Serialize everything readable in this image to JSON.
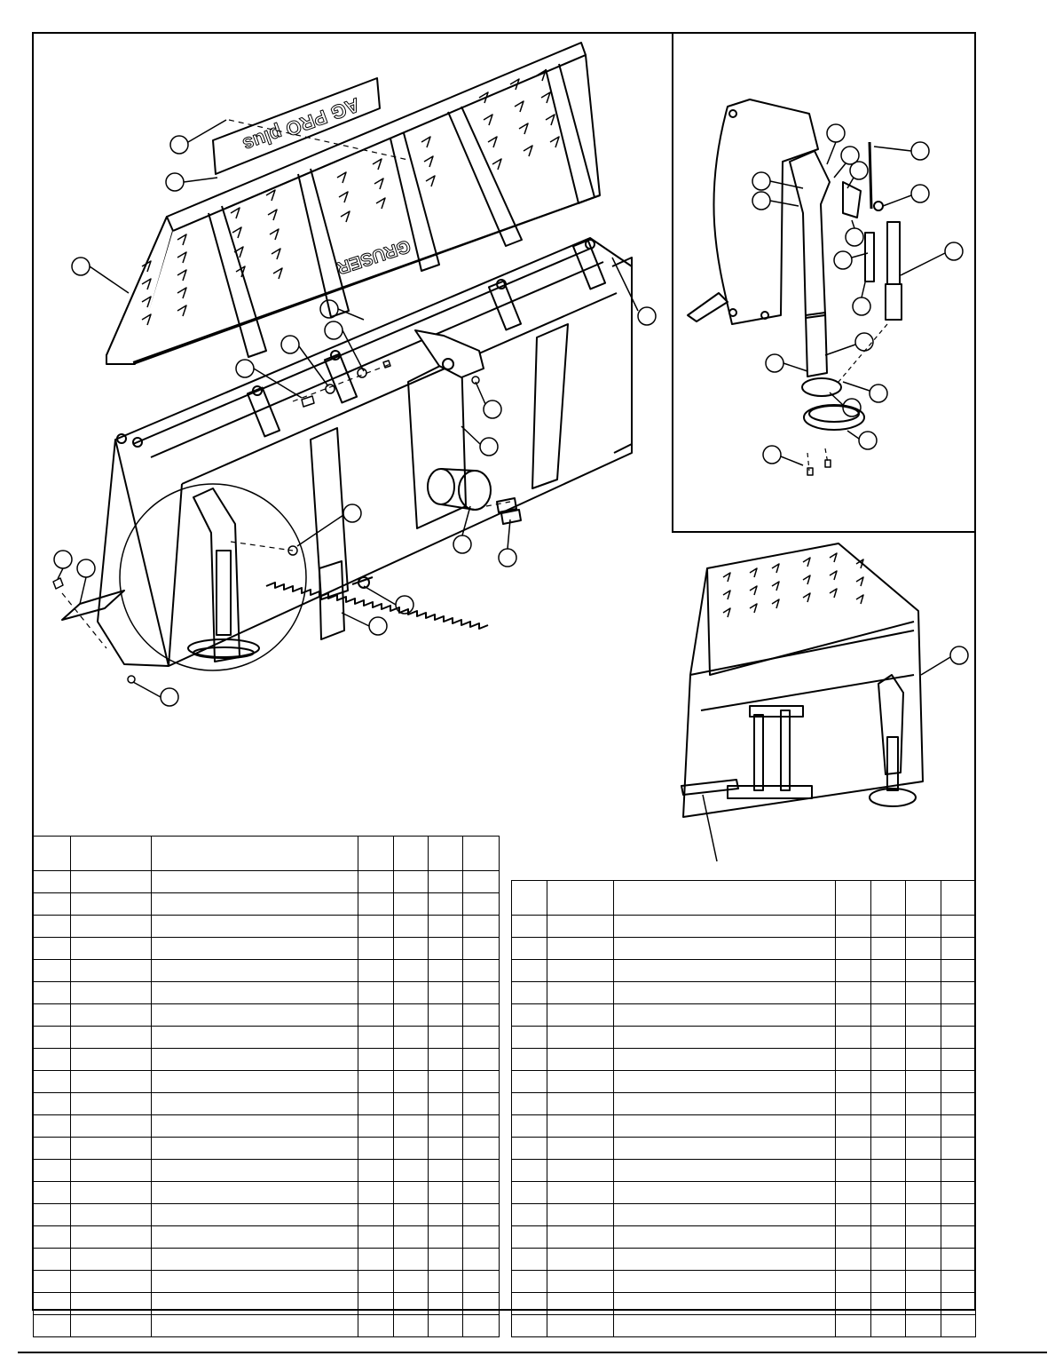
{
  "page": {
    "background": "#ffffff",
    "line_color": "#000000"
  },
  "diagram": {
    "nameplate_text": "AG PRO plus",
    "blade_text": "GRUSER",
    "views": [
      "main-exploded-view",
      "jack-detail-view",
      "rear-assembly-view"
    ]
  },
  "left_table": {
    "columns": [
      "",
      "",
      "",
      "",
      "",
      "",
      ""
    ],
    "rows": [
      [
        "",
        "",
        "",
        "",
        "",
        "",
        ""
      ],
      [
        "",
        "",
        "",
        "",
        "",
        "",
        ""
      ],
      [
        "",
        "",
        "",
        "",
        "",
        "",
        ""
      ],
      [
        "",
        "",
        "",
        "",
        "",
        "",
        ""
      ],
      [
        "",
        "",
        "",
        "",
        "",
        "",
        ""
      ],
      [
        "",
        "",
        "",
        "",
        "",
        "",
        ""
      ],
      [
        "",
        "",
        "",
        "",
        "",
        "",
        ""
      ],
      [
        "",
        "",
        "",
        "",
        "",
        "",
        ""
      ],
      [
        "",
        "",
        "",
        "",
        "",
        "",
        ""
      ],
      [
        "",
        "",
        "",
        "",
        "",
        "",
        ""
      ],
      [
        "",
        "",
        "",
        "",
        "",
        "",
        ""
      ],
      [
        "",
        "",
        "",
        "",
        "",
        "",
        ""
      ],
      [
        "",
        "",
        "",
        "",
        "",
        "",
        ""
      ],
      [
        "",
        "",
        "",
        "",
        "",
        "",
        ""
      ],
      [
        "",
        "",
        "",
        "",
        "",
        "",
        ""
      ],
      [
        "",
        "",
        "",
        "",
        "",
        "",
        ""
      ],
      [
        "",
        "",
        "",
        "",
        "",
        "",
        ""
      ],
      [
        "",
        "",
        "",
        "",
        "",
        "",
        ""
      ],
      [
        "",
        "",
        "",
        "",
        "",
        "",
        ""
      ],
      [
        "",
        "",
        "",
        "",
        "",
        "",
        ""
      ],
      [
        "",
        "",
        "",
        "",
        "",
        "",
        ""
      ]
    ]
  },
  "right_table": {
    "columns": [
      "",
      "",
      "",
      "",
      "",
      "",
      ""
    ],
    "rows": [
      [
        "",
        "",
        "",
        "",
        "",
        "",
        ""
      ],
      [
        "",
        "",
        "",
        "",
        "",
        "",
        ""
      ],
      [
        "",
        "",
        "",
        "",
        "",
        "",
        ""
      ],
      [
        "",
        "",
        "",
        "",
        "",
        "",
        ""
      ],
      [
        "",
        "",
        "",
        "",
        "",
        "",
        ""
      ],
      [
        "",
        "",
        "",
        "",
        "",
        "",
        ""
      ],
      [
        "",
        "",
        "",
        "",
        "",
        "",
        ""
      ],
      [
        "",
        "",
        "",
        "",
        "",
        "",
        ""
      ],
      [
        "",
        "",
        "",
        "",
        "",
        "",
        ""
      ],
      [
        "",
        "",
        "",
        "",
        "",
        "",
        ""
      ],
      [
        "",
        "",
        "",
        "",
        "",
        "",
        ""
      ],
      [
        "",
        "",
        "",
        "",
        "",
        "",
        ""
      ],
      [
        "",
        "",
        "",
        "",
        "",
        "",
        ""
      ],
      [
        "",
        "",
        "",
        "",
        "",
        "",
        ""
      ],
      [
        "",
        "",
        "",
        "",
        "",
        "",
        ""
      ],
      [
        "",
        "",
        "",
        "",
        "",
        "",
        ""
      ],
      [
        "",
        "",
        "",
        "",
        "",
        "",
        ""
      ],
      [
        "",
        "",
        "",
        "",
        "",
        "",
        ""
      ],
      [
        "",
        "",
        "",
        "",
        "",
        "",
        ""
      ]
    ]
  }
}
